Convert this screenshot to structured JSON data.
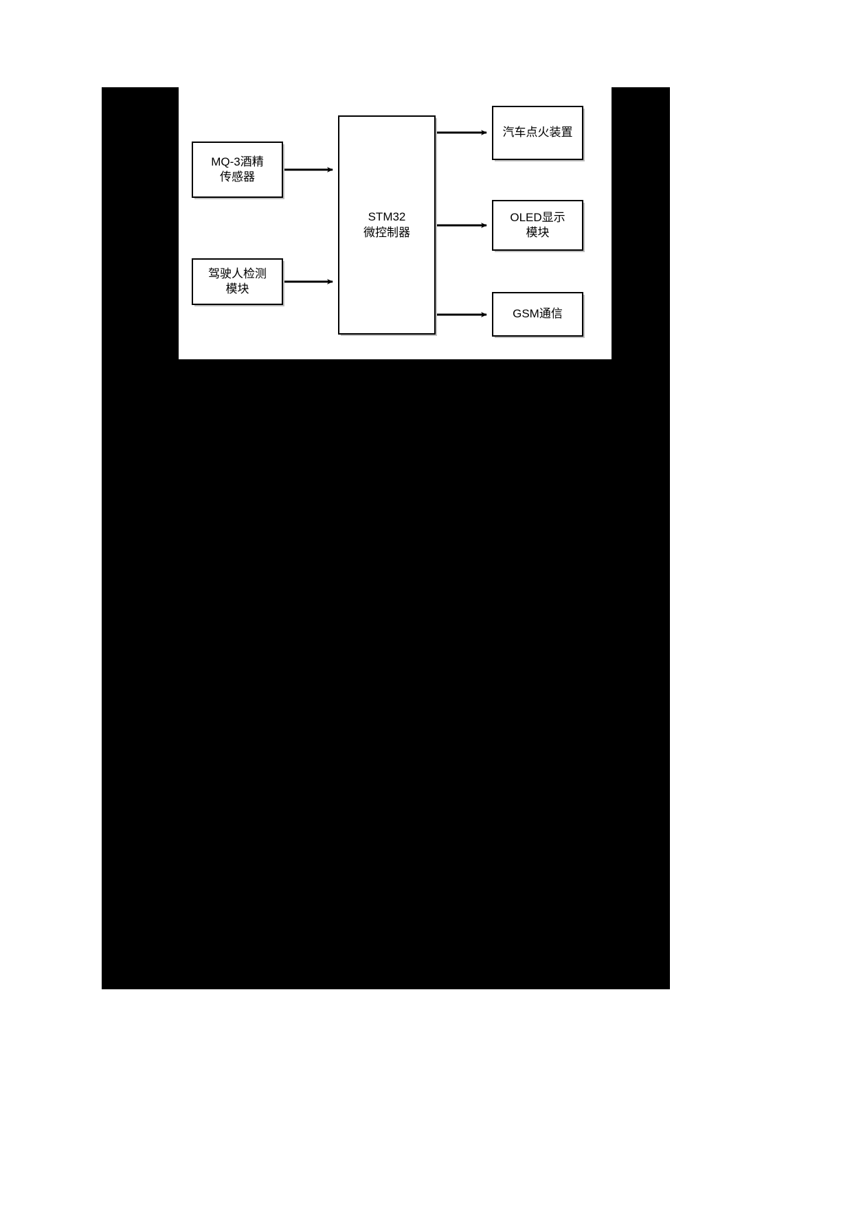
{
  "document": {
    "page_background": "#ffffff",
    "body_block_color": "#000000",
    "diagram_background": "#ffffff"
  },
  "diagram": {
    "type": "block-diagram",
    "title": "",
    "line_color": "#000000",
    "box_fill": "#ffffff",
    "box_border": "#000000",
    "box_shadow": "#bfbfbf",
    "inputs": [
      {
        "id": "mq3-sensor",
        "label_lines": [
          "MQ-3酒精",
          "传感器"
        ],
        "label": "MQ-3酒精传感器"
      },
      {
        "id": "driver-detect",
        "label_lines": [
          "驾驶人检测",
          "模块"
        ],
        "label": "驾驶人检测模块"
      }
    ],
    "controller": {
      "id": "stm32-mcu",
      "label_lines": [
        "STM32",
        "微控制器"
      ],
      "label": "STM32微控制器"
    },
    "outputs": [
      {
        "id": "car-ignition",
        "label_lines": [
          "汽车点火装置"
        ],
        "label": "汽车点火装置"
      },
      {
        "id": "oled-display",
        "label_lines": [
          "OLED显示",
          "模块"
        ],
        "label": "OLED显示模块"
      },
      {
        "id": "gsm-comm",
        "label_lines": [
          "GSM通信"
        ],
        "label": "GSM通信"
      }
    ],
    "connections": [
      {
        "from": "mq3-sensor",
        "to": "stm32-mcu",
        "style": "arrow"
      },
      {
        "from": "driver-detect",
        "to": "stm32-mcu",
        "style": "arrow"
      },
      {
        "from": "stm32-mcu",
        "to": "car-ignition",
        "style": "arrow"
      },
      {
        "from": "stm32-mcu",
        "to": "oled-display",
        "style": "arrow"
      },
      {
        "from": "stm32-mcu",
        "to": "gsm-comm",
        "style": "arrow"
      }
    ]
  }
}
